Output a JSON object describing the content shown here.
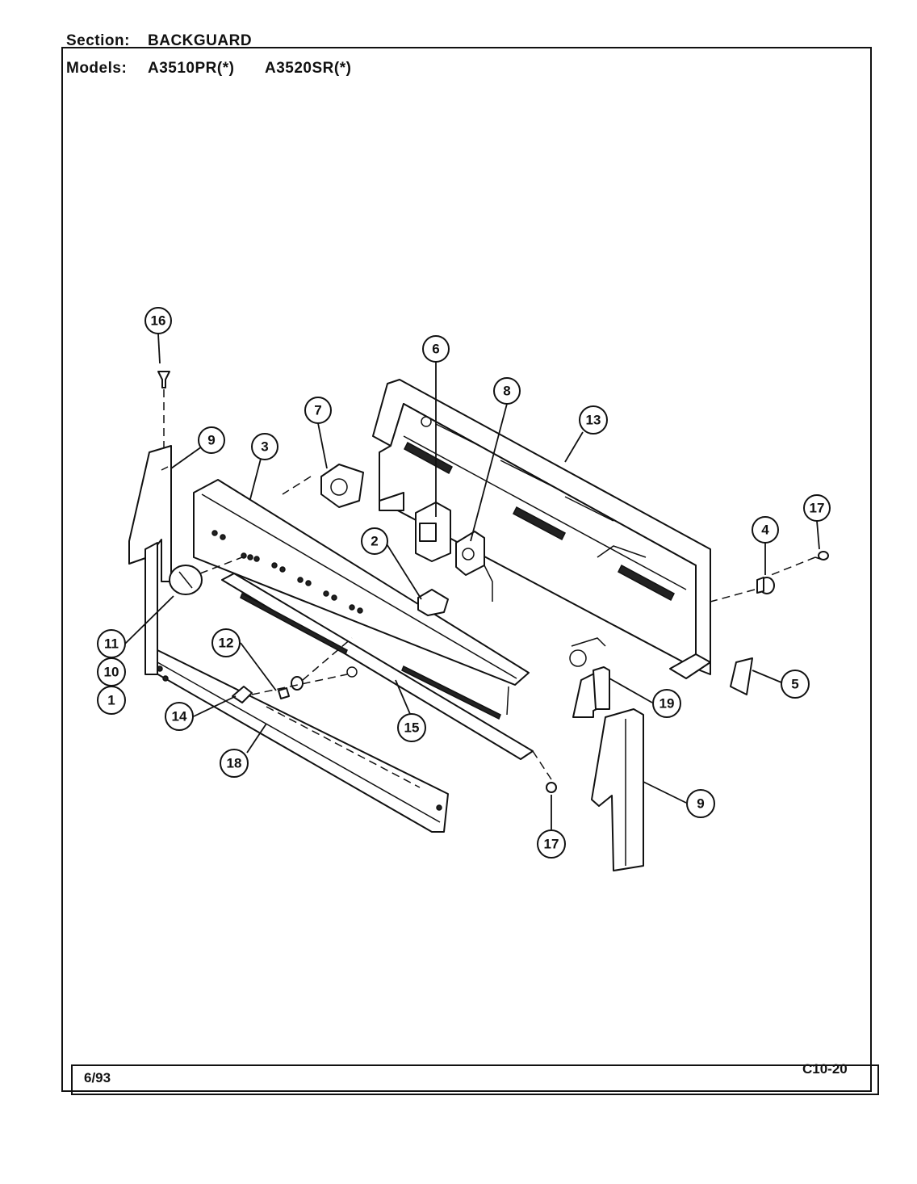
{
  "header": {
    "section_label": "Section:",
    "section_value": "BACKGUARD",
    "models_label": "Models:",
    "models": [
      "A3510PR(*)",
      "A3520SR(*)"
    ]
  },
  "footer": {
    "date": "6/93",
    "code": "C10-20"
  },
  "callouts": [
    {
      "id": "c16",
      "label": "16"
    },
    {
      "id": "c6",
      "label": "6"
    },
    {
      "id": "c8",
      "label": "8"
    },
    {
      "id": "c7",
      "label": "7"
    },
    {
      "id": "c13",
      "label": "13"
    },
    {
      "id": "c9a",
      "label": "9"
    },
    {
      "id": "c3",
      "label": "3"
    },
    {
      "id": "c17a",
      "label": "17"
    },
    {
      "id": "c4",
      "label": "4"
    },
    {
      "id": "c2",
      "label": "2"
    },
    {
      "id": "c11",
      "label": "11"
    },
    {
      "id": "c10",
      "label": "10"
    },
    {
      "id": "c1",
      "label": "1"
    },
    {
      "id": "c12",
      "label": "12"
    },
    {
      "id": "c5",
      "label": "5"
    },
    {
      "id": "c19",
      "label": "19"
    },
    {
      "id": "c14",
      "label": "14"
    },
    {
      "id": "c15",
      "label": "15"
    },
    {
      "id": "c18",
      "label": "18"
    },
    {
      "id": "c9b",
      "label": "9"
    },
    {
      "id": "c17b",
      "label": "17"
    }
  ]
}
